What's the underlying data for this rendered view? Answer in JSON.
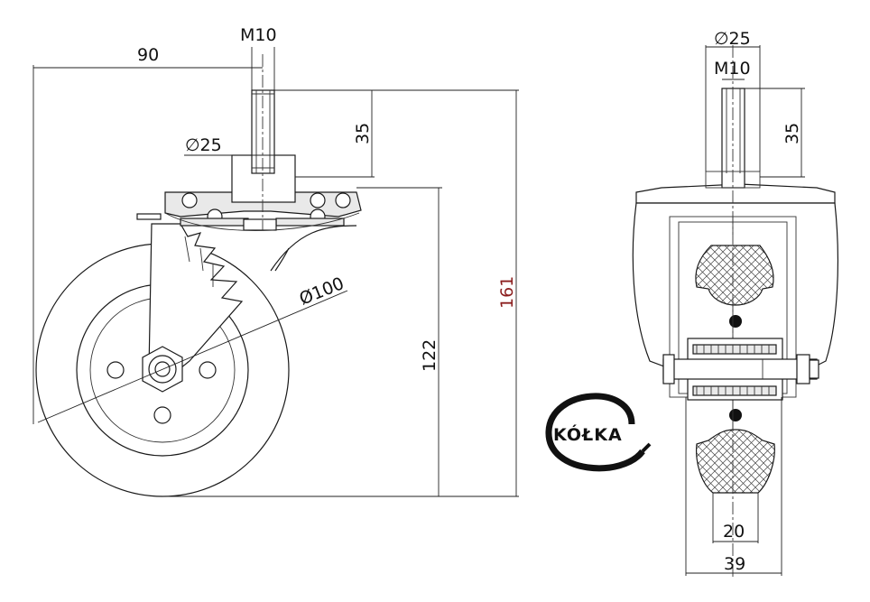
{
  "side_view": {
    "dim_offset": "90",
    "dim_thread": "M10",
    "dim_plate_diameter": "∅25",
    "dim_stem_length": "35",
    "dim_wheel_diameter": "Ø100",
    "dim_axle_height": "122",
    "dim_total_height": "161"
  },
  "front_view": {
    "dim_plate_diameter": "∅25",
    "dim_thread": "M10",
    "dim_stem_length": "35",
    "dim_tread_width": "20",
    "dim_wheel_width": "39"
  },
  "logo": {
    "text": "KÓŁKA"
  }
}
